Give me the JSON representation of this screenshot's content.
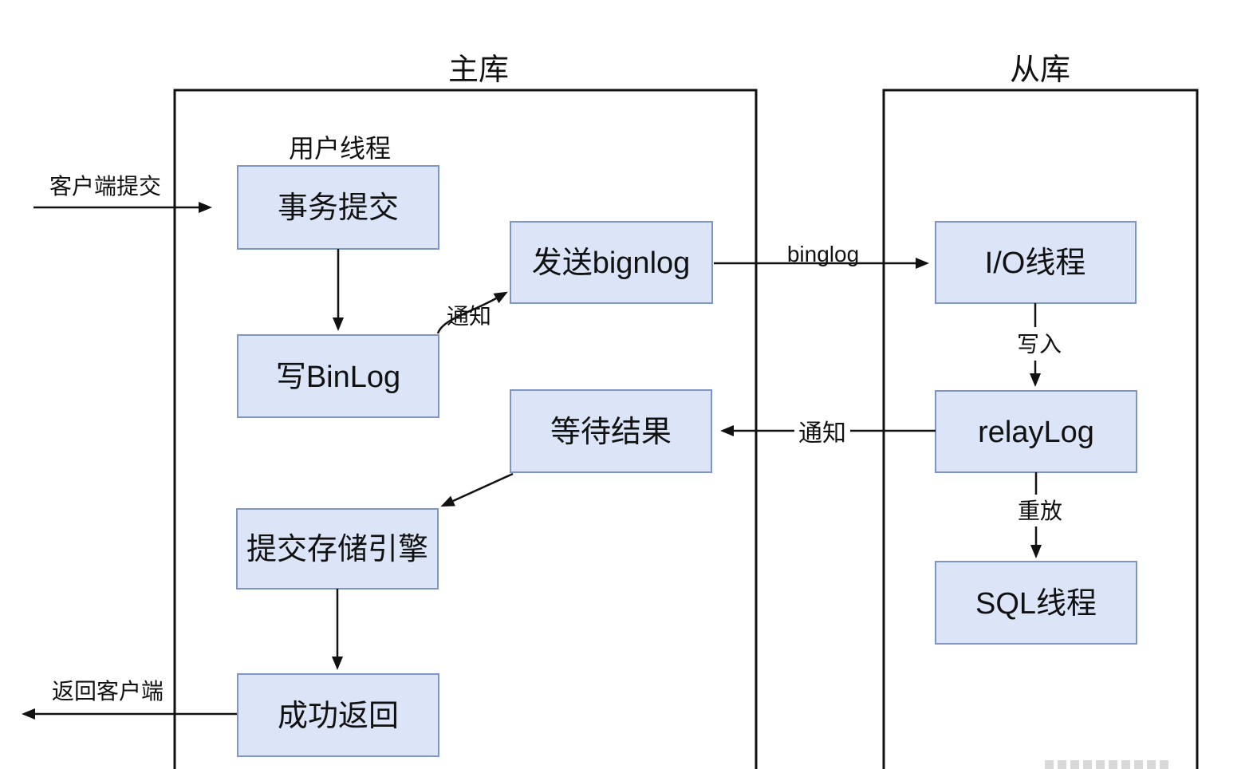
{
  "diagram": {
    "master": {
      "title": "主库",
      "user_thread_label": "用户线程",
      "nodes": {
        "transaction_commit": "事务提交",
        "write_binlog": "写BinLog",
        "send_binlog": "发送bignlog",
        "wait_result": "等待结果",
        "commit_storage_engine": "提交存储引擎",
        "success_return": "成功返回"
      }
    },
    "slave": {
      "title": "从库",
      "nodes": {
        "io_thread": "I/O线程",
        "relay_log": "relayLog",
        "sql_thread": "SQL线程"
      }
    },
    "edges": {
      "client_submit": "客户端提交",
      "notify_send": "通知",
      "binglog": "binglog",
      "write_in": "写入",
      "notify_back": "通知",
      "replay": "重放",
      "return_client": "返回客户端"
    },
    "colors": {
      "node_fill": "#dbe5f7",
      "node_border": "#7e95c5",
      "line": "#111111"
    }
  }
}
